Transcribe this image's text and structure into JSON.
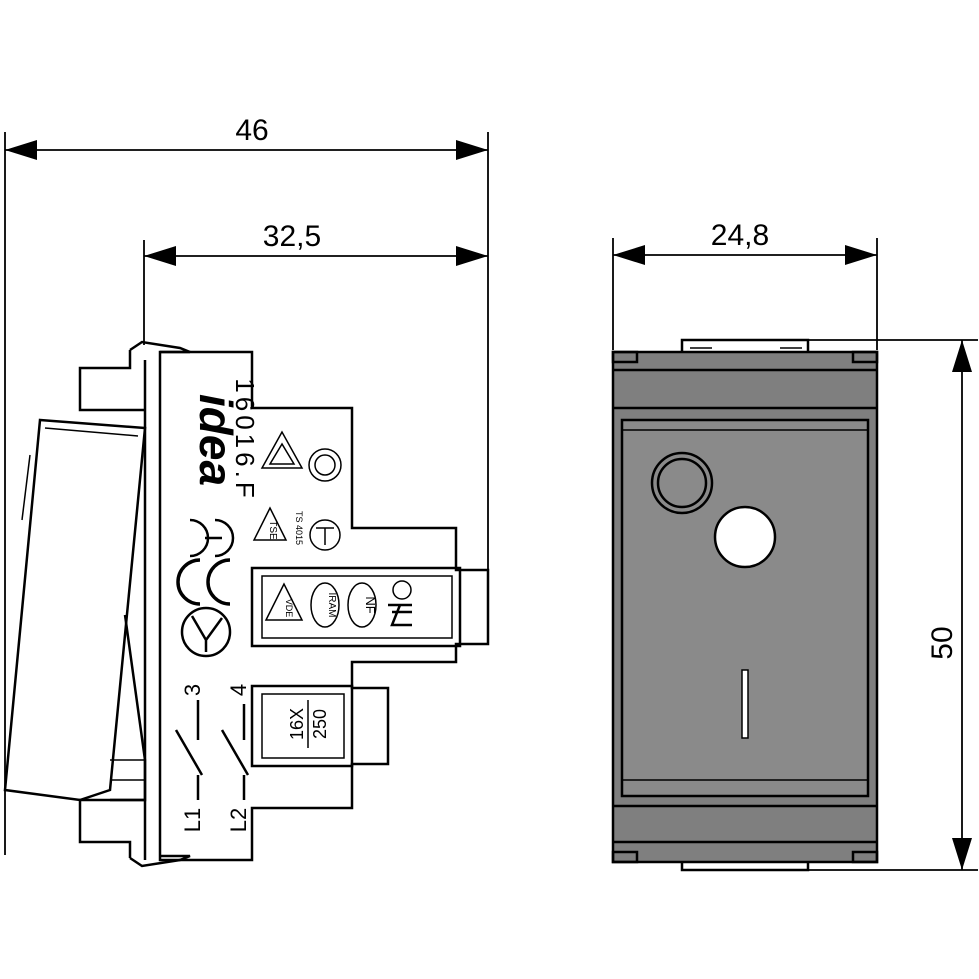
{
  "dimensions": {
    "total_depth": "46",
    "body_depth": "32,5",
    "width": "24,8",
    "height": "50"
  },
  "markings": {
    "brand": "idea",
    "code": "16016.F",
    "rating_top": "16X",
    "rating_bottom": "250",
    "terminal_3": "3",
    "terminal_4": "4",
    "terminal_l1": "L1",
    "terminal_l2": "L2",
    "tse": "TSE",
    "ts_number": "TS 4015",
    "iram": "IRAM",
    "nf": "NF",
    "ce": "CE",
    "ve": "VDE"
  },
  "colors": {
    "line": "#000000",
    "front_face": "#8a8a8a",
    "background": "#ffffff"
  }
}
